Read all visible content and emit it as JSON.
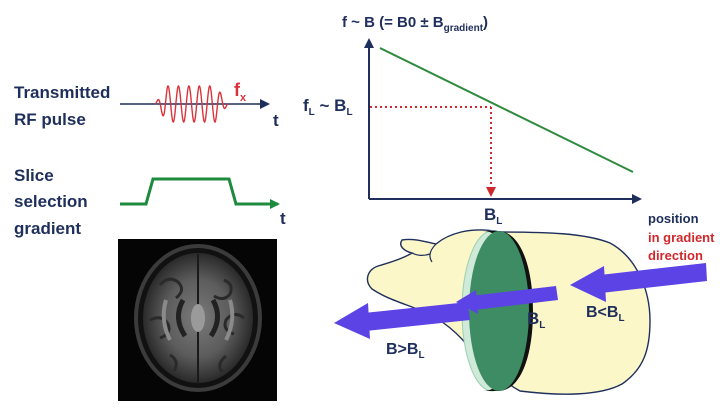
{
  "rf": {
    "label_line1": "Transmitted",
    "label_line2": "RF pulse",
    "freq_main": "f",
    "freq_sub": "x",
    "time_label": "t"
  },
  "gradient": {
    "label_line1": "Slice",
    "label_line2": "selection",
    "label_line3": "gradient",
    "time_label": "t"
  },
  "graph": {
    "y_title_a": "f ~ B (= B0 ± B",
    "y_title_sub": "gradient",
    "y_title_b": ")",
    "fl_main": "f",
    "fl_sub1": "L",
    "fl_mid": " ~ B",
    "fl_sub2": "L",
    "bl_main": "B",
    "bl_sub": "L",
    "x_label_1": "position",
    "x_label_2": "in gradient",
    "x_label_3": "direction"
  },
  "head": {
    "bl_main": "B",
    "bl_sub": "L",
    "less_main": "B<B",
    "less_sub": "L",
    "more_main": "B>B",
    "more_sub": "L"
  },
  "colors": {
    "navy": "#1f2f5c",
    "rf_wave": "#d9343c",
    "gradient_line": "#1e8a3e",
    "graph_line": "#2e8b3f",
    "dotted": "#d0282c",
    "arrow": "#5b43e6",
    "head_fill": "#fbf7c9",
    "slice_fill": "#3e8c64"
  }
}
